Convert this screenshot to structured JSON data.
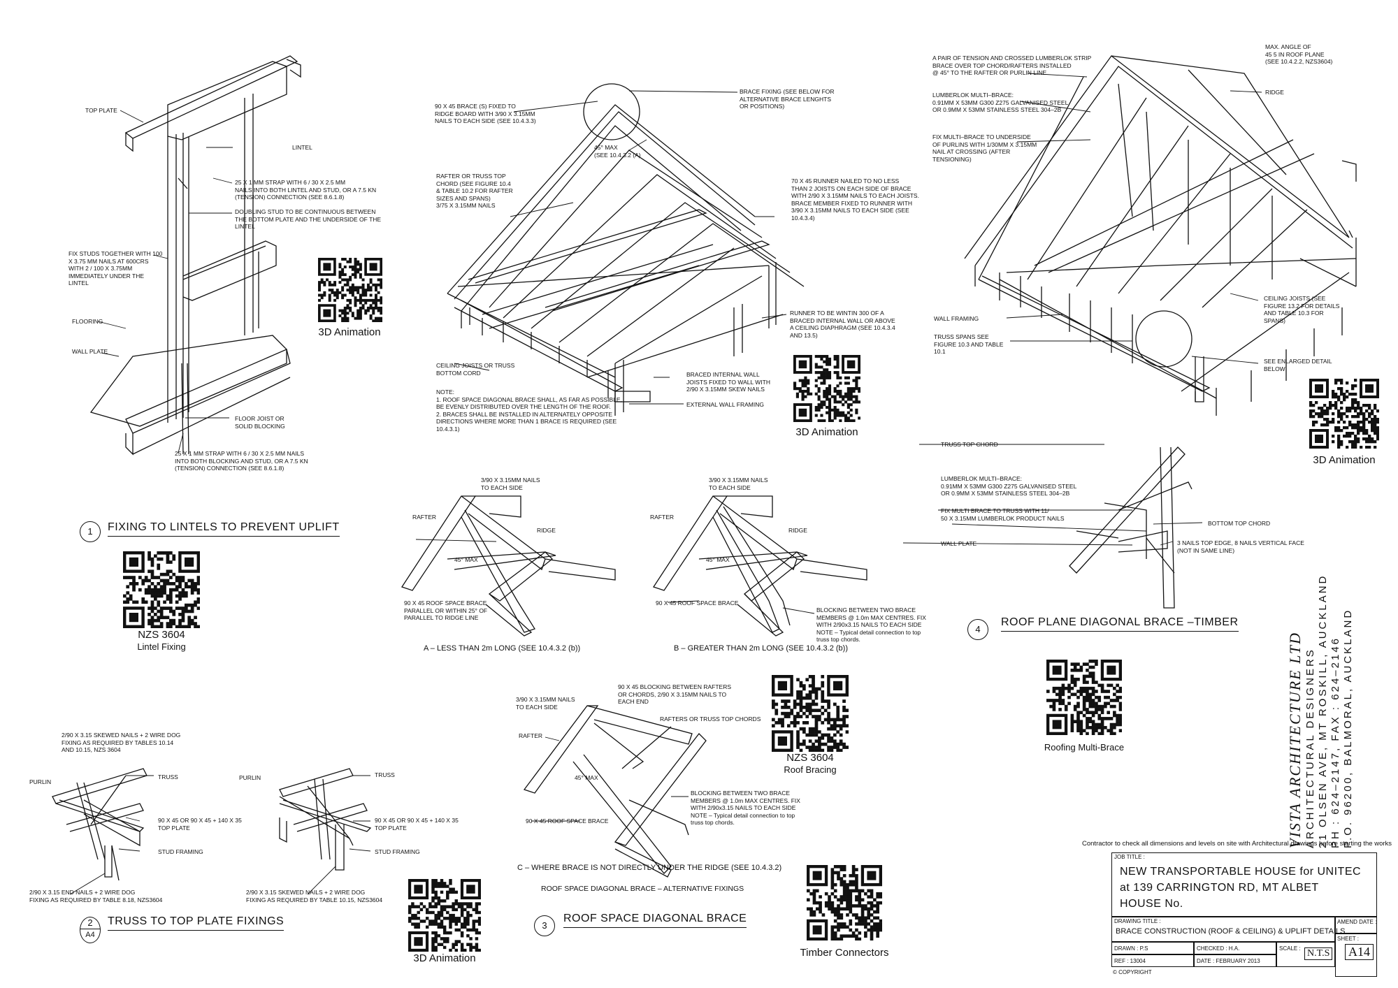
{
  "detail1": {
    "number": "1",
    "title": "FIXING TO LINTELS TO PREVENT UPLIFT",
    "labels": {
      "top_plate": "TOP PLATE",
      "lintel": "LINTEL",
      "strap_top": "25 X 1 MM STRAP WITH 6 / 30 X 2.5 MM\nNAILS INTO BOTH LINTEL AND STUD, OR A 7.5 KN\n(TENSION) CONNECTION (SEE 8.6.1.8)",
      "doubling": "DOUBLING STUD TO BE CONTINUOUS BETWEEN\nTHE BOTTOM PLATE AND THE UNDERSIDE OF THE\nLINTEL",
      "fix_studs": "FIX STUDS TOGETHER WITH 100\nX 3.75 MM NAILS AT 600crs\nWITH 2 / 100 X 3.75mm\nIMMEDIATELY UNDER THE\nLINTEL",
      "flooring": "FLOORING",
      "wall_plate": "WALL PLATE",
      "floor_joist": "FLOOR JOIST OR\nSOLID BLOCKING",
      "strap_bottom": "25 X 1 MM STRAP WITH 6 / 30 X 2.5 MM NAILS\nINTO BOTH BLOCKING AND STUD, OR A 7.5 KN\n(TENSION) CONNECTION (SEE 8.6.1.8)"
    }
  },
  "detail2": {
    "number": "2",
    "sheet_ref": "A4",
    "title": "TRUSS TO TOP PLATE FIXINGS",
    "labels": {
      "left_top": "2/90 x 3.15 SKEWED NAILS + 2 WIRE DOG\nFIXING AS REQUIRED BY TABLES 10.14\nAND 10.15, NZS 3604",
      "purlin_l": "PURLIN",
      "truss_l": "TRUSS",
      "top_plate_l": "90 X 45 OR 90 X 45 + 140 X 35\nTOP PLATE",
      "stud_l": "STUD FRAMING",
      "left_bottom": "2/90 x 3.15 END NAILS + 2 WIRE DOG\nFIXING AS REQUIRED BY TABLE 8.18, NZS3604",
      "purlin_r": "PURLIN",
      "truss_r": "TRUSS",
      "top_plate_r": "90 X 45 OR 90 X 45 + 140 X 35\nTOP PLATE",
      "stud_r": "STUD FRAMING",
      "right_bottom": "2/90 x 3.15 SKEWED NAILS + 2 WIRE DOG\nFIXING AS REQUIRED BY TABLE 10.15, NZS3604"
    }
  },
  "detail3_main": {
    "labels": {
      "brace_fixed": "90 x 45 BRACE (S) FIXED TO\nRIDGE BOARD WITH 3/90 x 3.15mm\nNAILS TO EACH SIDE (SEE 10.4.3.3)",
      "brace_fixing": "BRACE FIXING (SEE BELOW FOR\nALTERNATIVE BRACE LENGHTS\nOR POSITIONS)",
      "max45": "45° MAX\n(SEE 10.4.3.2 (A)",
      "rafter": "RAFTER OR TRUSS TOP\nCHORD (SEE FIGURE 10.4\n& TABLE 10.2 FOR RAFTER\nSIZES AND SPANS)\n3/75 X 3.15MM NAILS",
      "runner": "70 x 45 RUNNER NAILED TO NO LESS\nTHAN 2 JOISTS ON EACH SIDE OF BRACE\nWITH 2/90 x 3.15mm NAILS TO EACH JOISTS.\nBRACE MEMBER FIXED TO RUNNER WITH\n3/90 x 3.15mm NAILS TO EACH SIDE (SEE\n10.4.3.4)",
      "runner_within": "RUNNER TO BE WINTIN 300 OF A\nBRACED INTERNAL WALL OR ABOVE\nA CEILING DIAPHRAGM (SEE 10.4.3.4\nAND 13.5)",
      "ceiling_joists": "CEILING JOISTS OR TRUSS\nBOTTOM CORD",
      "braced_wall": "BRACED INTERNAL WALL\nJOISTS FIXED TO WALL WITH\n2/90 x 3.15mm SKEW NAILS",
      "ext_wall": "EXTERNAL WALL FRAMING",
      "note": "NOTE:\n1. ROOF SPACE DIAGONAL BRACE SHALL, AS FAR AS POSSIBLE,\n   BE EVENLY DISTRIBUTED OVER THE LENGTH OF THE ROOF.\n2. BRACES SHALL BE INSTALLED IN ALTERNATELY OPPOSITE\n   DIRECTIONS WHERE MORE THAN 1 BRACE IS REQUIRED (SEE\n   10.4.3.1)"
    }
  },
  "detailA": {
    "nails": "3/90 x 3.15mm NAILS\nTO EACH SIDE",
    "rafter": "RAFTER",
    "ridge": "RIDGE",
    "max45": "45° MAX",
    "brace": "90 x 45 ROOF SPACE BRACE\nPARALLEL OR WITHIN 25° OF\nPARALLEL TO RIDGE LINE",
    "caption": "A – LESS THAN 2m LONG (SEE 10.4.3.2 (b))"
  },
  "detailB": {
    "nails": "3/90 x 3.15mm NAILS\nTO EACH SIDE",
    "rafter": "RAFTER",
    "ridge": "RIDGE",
    "max45": "45° MAX",
    "brace": "90 x 45 ROOF SPACE BRACE",
    "blocking": "BLOCKING BETWEEN TWO BRACE\nMEMBERS @ 1.0m MAX CENTRES. FIX\nWITH 2/90x3.15 NAILS TO EACH SIDE\nNOTE – Typical detail connection to top\ntruss top chords.",
    "caption": "B – GREATER THAN 2m LONG (SEE 10.4.3.2 (b))"
  },
  "detailC": {
    "nails": "3/90 x 3.15mm NAILS\nTO EACH SIDE",
    "blocking_top": "90 x 45 BLOCKING BETWEEN RAFTERS\nOR CHORDS, 2/90 x 3.15mm NAILS TO\nEACH END",
    "rafters_chords": "RAFTERS OR TRUSS TOP CHORDS",
    "rafter": "RAFTER",
    "max45": "45° MAX",
    "blocking": "BLOCKING BETWEEN TWO BRACE\nMEMBERS @ 1.0m MAX CENTRES. FIX\nWITH 2/90x3.15 NAILS TO EACH SIDE\nNOTE – Typical detail connection to top\ntruss top chords.",
    "brace": "90 x 45 ROOF SPACE BRACE",
    "caption": "C – WHERE BRACE IS NOT DIRECTLY UNDER THE RIDGE (SEE 10.4.3.2)",
    "caption2": "ROOF SPACE DIAGONAL BRACE – ALTERNATIVE FIXINGS",
    "number": "3",
    "title": "ROOF SPACE DIAGONAL BRACE"
  },
  "detail4_main": {
    "pair": "A PAIR OF TENSION AND CROSSED LUMBERLOK STRIP\nBRACE OVER TOP CHORD/RAFTERS INSTALLED\n@ 45° TO THE RAFTER OR PURLIN LINE",
    "multi": "LUMBERLOK MULTI–BRACE:\n0.91mm x 53mm G300 Z275 GALVANISED STEEL\nOR 0.9mm x 53mm STAINLESS STEEL 304–2B",
    "fix_multi": "FIX MULTI–BRACE TO UNDERSIDE\nOF PURLINS WITH 1/30mm x 3.15mm\nNAIL AT CROSSING (AFTER\nTENSIONING)",
    "max_angle": "MAX. ANGLE OF\n45 5 IN ROOF PLANE\n(SEE 10.4.2.2, NZS3604)",
    "ridge": "RIDGE",
    "wall_framing": "WALL FRAMING",
    "truss_spans": "TRUSS SPANS SEE\nFIGURE 10.3 AND TABLE\n10.1",
    "ceiling_joists": "CEILING JOISTS (SEE\nFIGURE 13.2 FOR DETAILS\nAND TABLE 10.3 FOR\nSPANS)",
    "enlarged": "SEE ENLARGED DETAIL\nBELOW"
  },
  "detail4": {
    "truss_top": "TRUSS TOP CHORD",
    "multi": "LUMBERLOK MULTI–BRACE:\n0.91mm x 53mm G300 Z275 GALVANISED STEEL\nOR 0.9mm x 53mm STAINLESS STEEL 304–2B",
    "fix": "FIX MULTI BRACE TO TRUSS WITH 11/\n50 X 3.15mm LUMBERLOK PRODUCT NAILS",
    "bottom_chord": "BOTTOM TOP CHORD",
    "wall_plate": "WALL PLATE",
    "three_nails": "3 NAILS TOP EDGE, 8 NAILS VERTICAL FACE\n(NOT IN SAME LINE)",
    "number": "4",
    "title": "ROOF PLANE DIAGONAL BRACE –TIMBER"
  },
  "qr_codes": [
    {
      "label": "3D Animation",
      "sub": ""
    },
    {
      "label": "3D Animation",
      "sub": ""
    },
    {
      "label": "3D Animation",
      "sub": ""
    },
    {
      "label": "NZS 3604",
      "sub": "Lintel Fixing"
    },
    {
      "label": "NZS 3604",
      "sub": "Roof Bracing"
    },
    {
      "label": "",
      "sub": "Roofing Multi-Brace"
    },
    {
      "label": "3D Animation",
      "sub": ""
    },
    {
      "label": "",
      "sub": "Timber Connectors"
    }
  ],
  "firm": {
    "name": "VISTA ARCHITECTURE LTD",
    "line1": "ARCHITECTURAL DESIGNERS",
    "line2": "21 OLSEN AVE, MT ROSKILL, AUCKLAND",
    "line3": "PH : 624–2147, FAX : 624–2146",
    "line4": "P.O. 96200, BALMORAL, AUCKLAND"
  },
  "title_block": {
    "contractor_note": "Contractor to check all dimensions and levels on site with Architectural drawings before starting the works",
    "job_title_label": "JOB TITLE :",
    "job_line1": "NEW TRANSPORTABLE HOUSE for UNITEC",
    "job_line2": "at 139 CARRINGTON RD, MT ALBET",
    "job_line3": "HOUSE No.",
    "drawing_title_label": "DRAWING TITLE :",
    "drawing_title": "BRACE CONSTRUCTION (ROOF & CEILING) & UPLIFT DETAILS",
    "amend_label": "AMEND DATE :",
    "sheet_label": "SHEET :",
    "sheet": "A14",
    "drawn": "DRAWN : P.S",
    "checked": "CHECKED : H.A.",
    "scale_label": "SCALE :",
    "scale": "N.T.S",
    "ref": "REF : 13004",
    "date": "DATE : FEBRUARY 2013",
    "copyright": "© COPYRIGHT"
  }
}
